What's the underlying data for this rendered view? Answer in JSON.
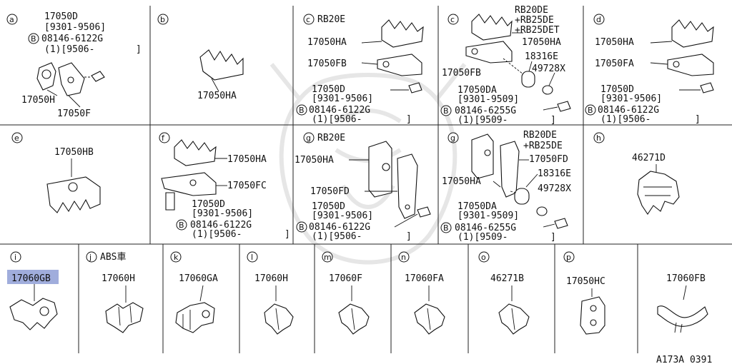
{
  "diagram": {
    "watermark_present": true,
    "ref_code": "A173A 0391",
    "panels": [
      {
        "id": "a",
        "mark": "a",
        "labels": [
          "17050D",
          "[9301-9506]",
          "08146-6122G",
          "(1)[9506-",
          "]",
          "17050H",
          "17050F"
        ],
        "bolt_mark": "B"
      },
      {
        "id": "b",
        "mark": "b",
        "labels": [
          "17050HA"
        ]
      },
      {
        "id": "c1",
        "mark": "c",
        "engine": "RB20E",
        "labels": [
          "17050HA",
          "17050FB",
          "17050D",
          "[9301-9506]",
          "08146-6122G",
          "(1)[9506-",
          "]"
        ],
        "bolt_mark": "B"
      },
      {
        "id": "c2",
        "mark": "c",
        "engine": [
          "RB20DE",
          "+RB25DE",
          "+RB25DET"
        ],
        "labels": [
          "17050HA",
          "17050FB",
          "18316E",
          "49728X",
          "17050DA",
          "[9301-9509]",
          "08146-6255G",
          "(1)[9509-",
          "]"
        ],
        "bolt_mark": "B"
      },
      {
        "id": "d",
        "mark": "d",
        "labels": [
          "17050HA",
          "17050FA",
          "17050D",
          "[9301-9506]",
          "08146-6122G",
          "(1)[9506-",
          "]"
        ],
        "bolt_mark": "B"
      },
      {
        "id": "e",
        "mark": "e",
        "labels": [
          "17050HB"
        ]
      },
      {
        "id": "f",
        "mark": "f",
        "labels": [
          "17050HA",
          "17050FC",
          "17050D",
          "[9301-9506]",
          "08146-6122G",
          "(1)[9506-",
          "]"
        ],
        "bolt_mark": "B"
      },
      {
        "id": "g1",
        "mark": "g",
        "engine": "RB20E",
        "labels": [
          "17050HA",
          "17050FD",
          "17050D",
          "[9301-9506]",
          "08146-6122G",
          "(1)[9506-",
          "]"
        ],
        "bolt_mark": "B"
      },
      {
        "id": "g2",
        "mark": "g",
        "engine": [
          "RB20DE",
          "+RB25DE"
        ],
        "labels": [
          "17050HA",
          "17050FD",
          "18316E",
          "49728X",
          "17050DA",
          "[9301-9509]",
          "08146-6255G",
          "(1)[9509-",
          "]"
        ],
        "bolt_mark": "B"
      },
      {
        "id": "h",
        "mark": "h",
        "labels": [
          "46271D"
        ]
      },
      {
        "id": "i",
        "mark": "i",
        "labels": [
          "17060GB"
        ],
        "highlighted": "17060G"
      },
      {
        "id": "j",
        "mark": "j",
        "engine": "ABS車",
        "labels": [
          "17060H"
        ]
      },
      {
        "id": "k",
        "mark": "k",
        "labels": [
          "17060GA"
        ]
      },
      {
        "id": "l",
        "mark": "l",
        "labels": [
          "17060H"
        ]
      },
      {
        "id": "m",
        "mark": "m",
        "labels": [
          "17060F"
        ]
      },
      {
        "id": "n",
        "mark": "n",
        "labels": [
          "17060FA"
        ]
      },
      {
        "id": "o",
        "mark": "o",
        "labels": [
          "46271B"
        ]
      },
      {
        "id": "p",
        "mark": "p",
        "labels": [
          "17050HC"
        ]
      },
      {
        "id": "q",
        "labels": [
          "17060FB"
        ]
      }
    ]
  }
}
